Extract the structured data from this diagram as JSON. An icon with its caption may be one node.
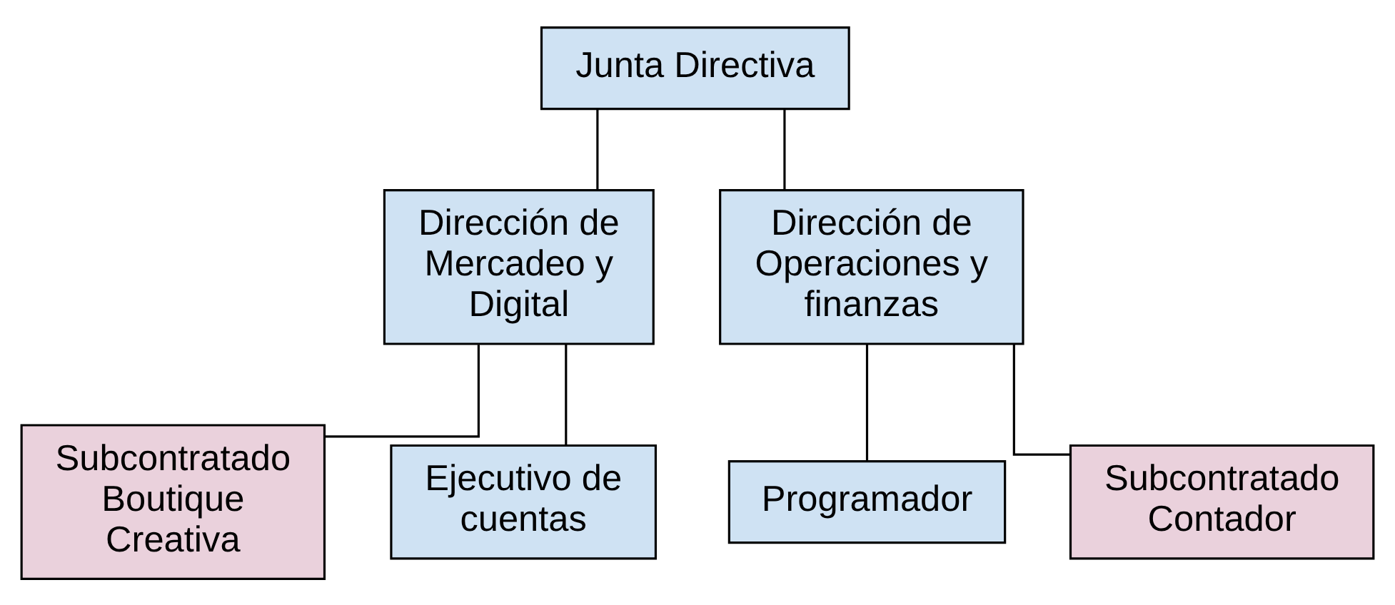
{
  "diagram": {
    "nodes": [
      {
        "text": [
          "Junta Directiva"
        ]
      },
      {
        "text": [
          "Dirección de Mercadeo y Digital"
        ]
      },
      {
        "text": [
          "Dirección de Operaciones y finanzas"
        ]
      },
      {
        "text": [
          "Subcontratado",
          "Boutique Creativa"
        ]
      },
      {
        "text": [
          "Ejecutivo de cuentas"
        ]
      },
      {
        "text": [
          "Programador"
        ]
      },
      {
        "text": [
          "Subcontratado Contador"
        ]
      }
    ],
    "edges": [
      {
        "from": 0,
        "to": 1,
        "arrow": "none"
      },
      {
        "from": 0,
        "to": 2,
        "arrow": "none"
      },
      {
        "from": 1,
        "to": 3,
        "arrow": "none"
      },
      {
        "from": 1,
        "to": 4,
        "arrow": "none"
      },
      {
        "from": 2,
        "to": 5,
        "arrow": "none"
      },
      {
        "from": 2,
        "to": 6,
        "arrow": "none"
      }
    ]
  }
}
